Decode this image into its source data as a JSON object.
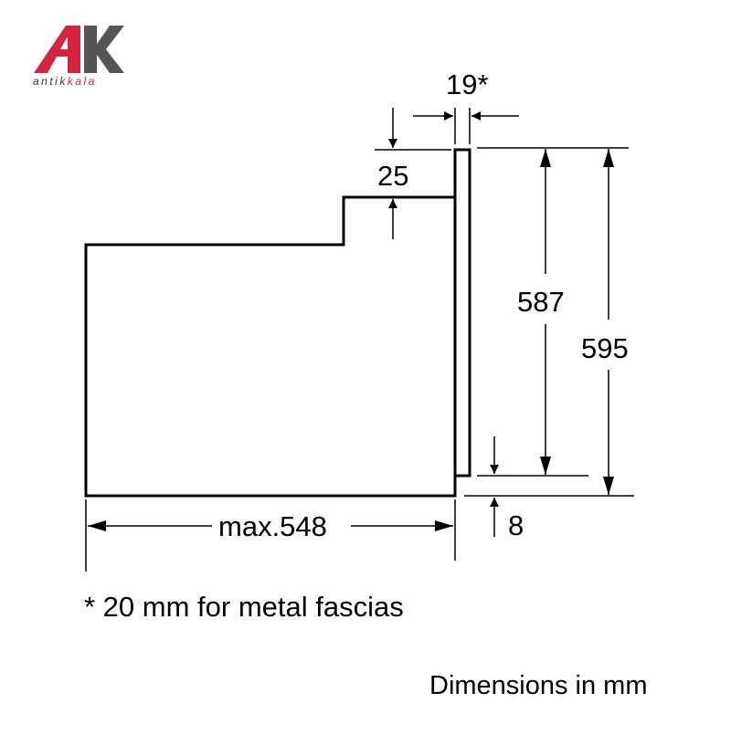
{
  "logo": {
    "letters": "AK",
    "name_part1": "antik",
    "name_part2": "kala",
    "colors": {
      "a": "#d6233f",
      "k": "#555555",
      "accent": "#d6233f",
      "text": "#333333"
    }
  },
  "dimensions": {
    "top_gap": "19*",
    "top_step": "25",
    "front_height": "587",
    "total_height": "595",
    "bottom_gap": "8",
    "depth": "max.548"
  },
  "footnote": "* 20 mm for metal fascias",
  "units_note": "Dimensions in mm",
  "colors": {
    "line": "#000000",
    "background": "#ffffff"
  }
}
